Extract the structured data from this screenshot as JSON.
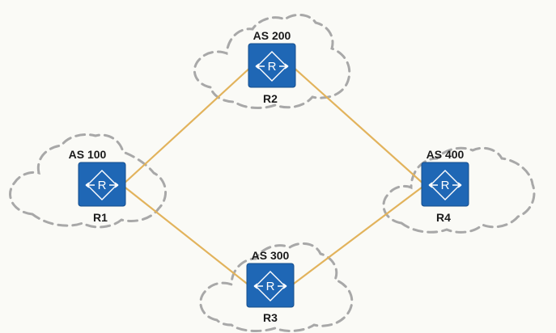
{
  "diagram": {
    "nodes": [
      {
        "id": "R1",
        "router_label": "R1",
        "as_label": "AS 100",
        "icon": "router-icon",
        "glyph": "R"
      },
      {
        "id": "R2",
        "router_label": "R2",
        "as_label": "AS 200",
        "icon": "router-icon",
        "glyph": "R"
      },
      {
        "id": "R3",
        "router_label": "R3",
        "as_label": "AS 300",
        "icon": "router-icon",
        "glyph": "R"
      },
      {
        "id": "R4",
        "router_label": "R4",
        "as_label": "AS 400",
        "icon": "router-icon",
        "glyph": "R"
      }
    ],
    "links": [
      {
        "from": "R1",
        "to": "R2"
      },
      {
        "from": "R1",
        "to": "R3"
      },
      {
        "from": "R2",
        "to": "R4"
      },
      {
        "from": "R3",
        "to": "R4"
      }
    ],
    "colors": {
      "router_fill": "#1f67b5",
      "link": "#e2b35c",
      "cloud_outline": "#a8a8a8"
    }
  }
}
